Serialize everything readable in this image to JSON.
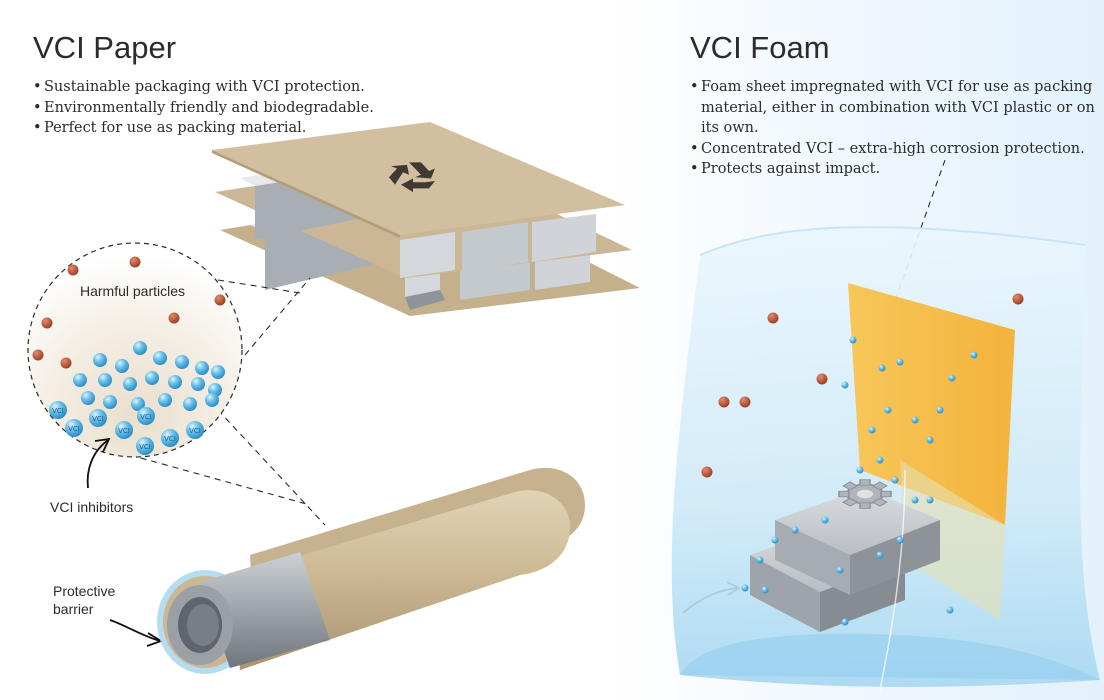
{
  "left": {
    "title": "VCI Paper",
    "bullets": [
      "Sustainable packaging with VCI protection.",
      "Environmentally friendly and biodegradable.",
      "Perfect for use as packing material."
    ]
  },
  "right": {
    "title": "VCI Foam",
    "bullets": [
      "Foam sheet impregnated with VCI for use as packing material, either in combination with VCI plastic or on its own.",
      "Concentrated VCI – extra-high corrosion protection.",
      "Protects against impact."
    ]
  },
  "labels": {
    "harmful": "Harmful particles",
    "inhibitors": "VCI inhibitors",
    "barrier": "Protective barrier",
    "molecule_text": "VCI"
  },
  "icons": [
    "recycle-icon",
    "gear-icon"
  ],
  "colors": {
    "kraft_paper": "#c9b593",
    "metal": "#b8bcc2",
    "harmful_particle": "#b85437",
    "vci_particle": "#5bb6e4",
    "foam_sheet": "#f6c24e",
    "plastic_bag": "#a9d8f1"
  }
}
